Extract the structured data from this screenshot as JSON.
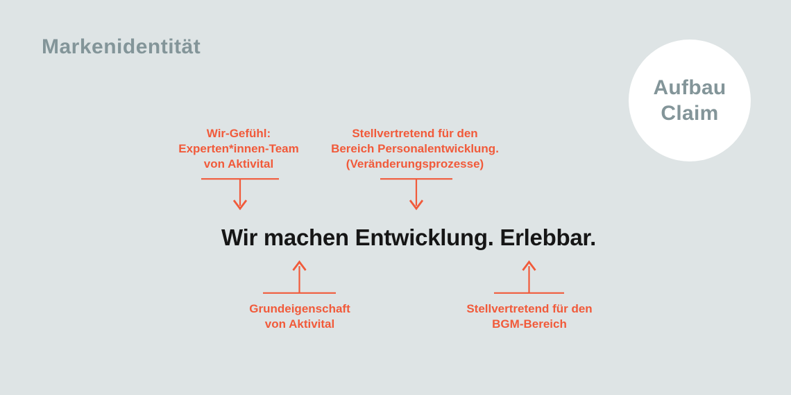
{
  "colors": {
    "background": "#DEE4E5",
    "heading": "#839599",
    "accent": "#F15A3A",
    "claim": "#161616",
    "badge_bg": "#FFFFFF"
  },
  "title": "Markenidentität",
  "badge": {
    "line1": "Aufbau",
    "line2": "Claim"
  },
  "claim": "Wir machen Entwicklung. Erlebbar.",
  "annotations": {
    "top_left": {
      "line1": "Wir-Gefühl:",
      "line2": "Experten*innen-Team",
      "line3": "von Aktivital"
    },
    "top_right": {
      "line1": "Stellvertretend für den",
      "line2": "Bereich Personalentwicklung.",
      "line3": "(Veränderungsprozesse)"
    },
    "bottom_left": {
      "line1": "Grundeigenschaft",
      "line2": "von Aktivital"
    },
    "bottom_right": {
      "line1": "Stellvertretend für den",
      "line2": "BGM-Bereich"
    }
  },
  "icons": {
    "down_arrow": "arrow-down-icon",
    "up_arrow": "arrow-up-icon"
  }
}
